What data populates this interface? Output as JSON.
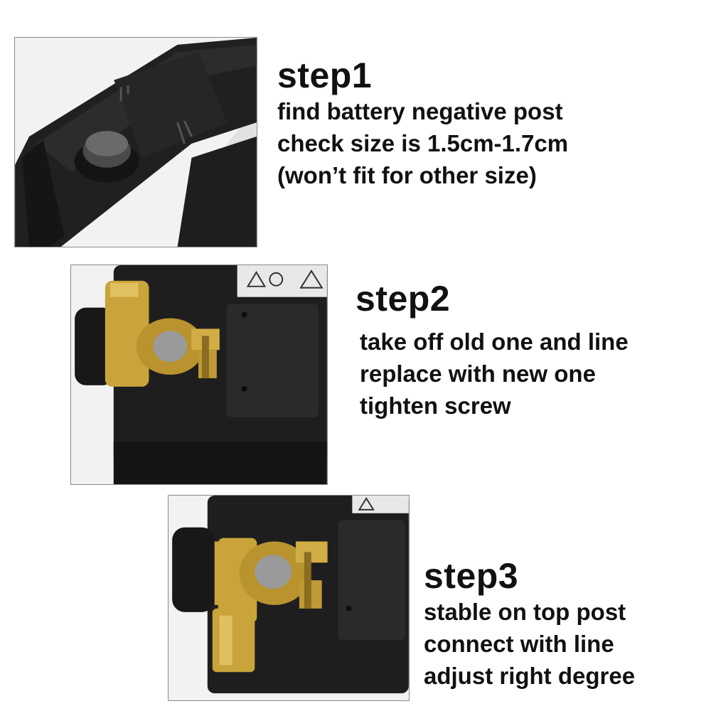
{
  "steps": [
    {
      "title": "step1",
      "lines": [
        "find battery negative post",
        "check size is 1.5cm-1.7cm",
        "(won’t fit for other size)"
      ]
    },
    {
      "title": "step2",
      "lines": [
        "take off old one and line",
        "replace with new one",
        "tighten screw"
      ]
    },
    {
      "title": "step3",
      "lines": [
        "stable on top post",
        "connect with line",
        "adjust right degree"
      ]
    }
  ],
  "colors": {
    "battery": "#1c1c1c",
    "brass": "#c9a43a",
    "frame": "#8a8a8a"
  }
}
